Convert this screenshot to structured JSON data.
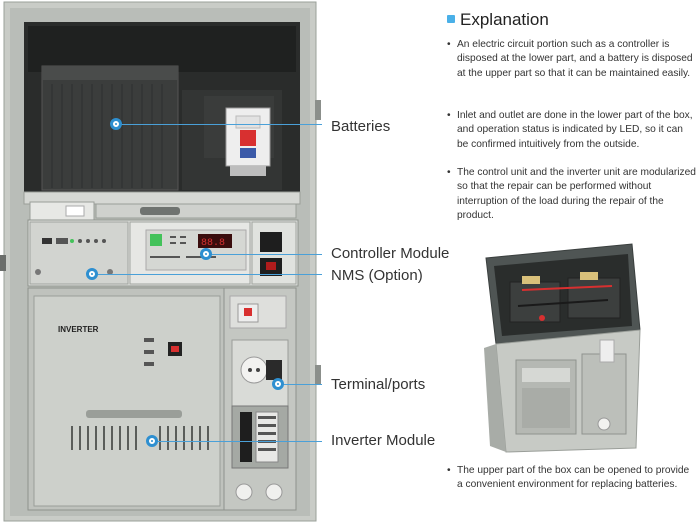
{
  "callouts": {
    "batteries": "Batteries",
    "controller": "Controller Module",
    "nms": "NMS (Option)",
    "terminal": "Terminal/ports",
    "inverter": "Inverter Module"
  },
  "panel_labels": {
    "inverter": "INVERTER"
  },
  "explanation": {
    "title": "Explanation",
    "bullet": "•",
    "items": [
      "An electric circuit portion such as a controller is disposed at the lower part, and a battery is disposed at the upper part so that it can be maintained easily.",
      "Inlet and outlet are done in the lower part of the box, and operation status is indicated by LED, so it can be confirmed intuitively from the outside.",
      "The control unit and the inverter unit are modularized so that the repair can be performed without interruption of the load during the repair of the product."
    ],
    "photo_caption": "The upper part of the box can be opened to provide a convenient environment for replacing batteries."
  },
  "colors": {
    "accent": "#2e8fd0",
    "cabinet": "#c8cbc6",
    "cabinet_dark": "#2b2d2c",
    "led_red": "#d83030",
    "led_green": "#43c25a"
  }
}
